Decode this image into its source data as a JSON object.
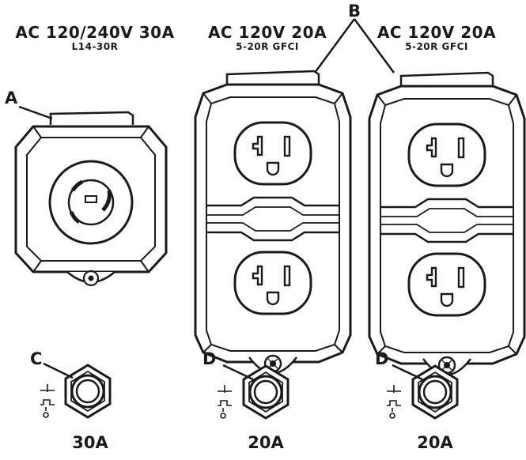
{
  "headers": [
    {
      "main": "AC 120/240V 30A",
      "sub": "L14-30R"
    },
    {
      "main": "AC 120V 20A",
      "sub": "5-20R GFCI"
    },
    {
      "main": "AC 120V 20A",
      "sub": "5-20R GFCI"
    }
  ],
  "callouts": {
    "a": "A",
    "b": "B",
    "c": "C",
    "d1": "D",
    "d2": "D"
  },
  "breakers": [
    "30A",
    "20A",
    "20A"
  ],
  "colors": {
    "ink": "#1a1a1a",
    "paper": "#ffffff"
  }
}
